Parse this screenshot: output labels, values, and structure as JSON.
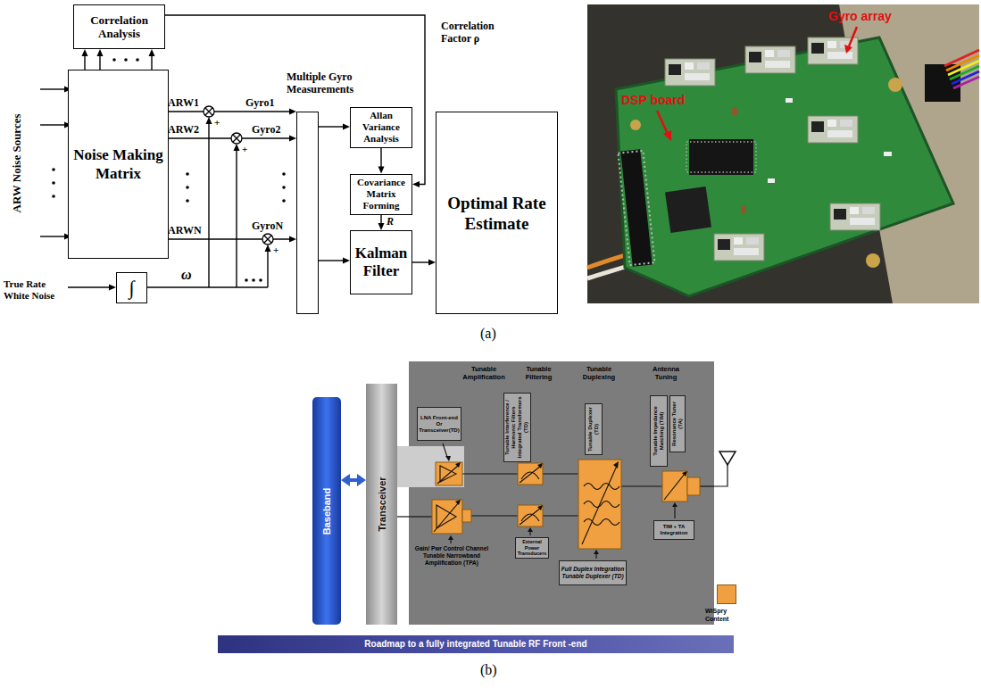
{
  "diagram": {
    "nodes": [
      {
        "text": [
          "Correlation Analysis"
        ]
      },
      {
        "text": [
          "Noise Making Matrix"
        ]
      },
      {
        "text": [
          "Multiple Gyro Measurements"
        ]
      },
      {
        "text": [
          "Allan Variance Analysis"
        ]
      },
      {
        "text": [
          "Covariance Matrix Forming"
        ]
      },
      {
        "text": [
          "Kalman Filter"
        ]
      },
      {
        "text": [
          "Optimal Rate Estimate"
        ]
      },
      {
        "text": [
          "∫"
        ]
      },
      {
        "text": [
          "Baseband"
        ]
      },
      {
        "text": [
          "Transceiver"
        ]
      },
      {
        "text": [
          "Tunable Amplification",
          "Tunable Filtering",
          "Tunable Duplexing",
          "Antenna Tuning"
        ]
      },
      {
        "text": [
          "LNA Front-end Or Transceiver(TD)"
        ],
        "in": 10
      },
      {
        "text": [
          "Tunable Interference / Harmonic Filters Integrated Transformers (TD)"
        ],
        "in": 10
      },
      {
        "text": [
          "Tunable Duplexer (TD)"
        ],
        "in": 10
      },
      {
        "text": [
          "Tunable Impedance Matching (TIM)"
        ],
        "in": 10
      },
      {
        "text": [
          "Resonance Tuner (TA)"
        ],
        "in": 10
      },
      {
        "text": [
          "External Power Transducers"
        ],
        "in": 10
      },
      {
        "text": [
          "Full Duplex Integration Tunable Duplexer (TD)"
        ],
        "in": 10
      },
      {
        "text": [
          "TIM + TA Integration"
        ],
        "in": 10
      },
      {
        "text": [
          "Roadmap to a fully integrated Tunable RF Front -end"
        ]
      }
    ],
    "edges": [
      {
        "from": 1,
        "to": 0,
        "arrow": "to"
      },
      {
        "from": 1,
        "to": 0,
        "arrow": "to"
      },
      {
        "from": 1,
        "to": 0,
        "arrow": "to"
      },
      {
        "from": 0,
        "to": 4,
        "label": "Correlation Factor ρ",
        "arrow": "to"
      },
      {
        "from": 1,
        "to": 2,
        "arrow": "to"
      },
      {
        "from": 1,
        "to": 2,
        "arrow": "to"
      },
      {
        "from": 1,
        "to": 2,
        "arrow": "to"
      },
      {
        "from": 2,
        "to": 3,
        "arrow": "to"
      },
      {
        "from": 3,
        "to": 4,
        "arrow": "to"
      },
      {
        "from": 4,
        "to": 5,
        "label": "R",
        "arrow": "to"
      },
      {
        "from": 2,
        "to": 5,
        "arrow": "to"
      },
      {
        "from": 5,
        "to": 6,
        "arrow": "to"
      },
      {
        "from": 8,
        "to": 9,
        "arrow": "both"
      }
    ],
    "labels": [
      "ARW Noise Sources",
      "ARW1",
      "ARW2",
      "ARWN",
      "Gyro1",
      "Gyro2",
      "GyroN",
      "+",
      "+",
      "+",
      "ω",
      "True Rate White Noise",
      "DSP board",
      "Gyro array",
      "(a)",
      "Gain/ Pwr Control Channel Tunable Narrowband Amplification (TPA)",
      "(b)"
    ],
    "legend": [
      {
        "text": "WiSpry Content",
        "color": "#f0a040"
      }
    ]
  }
}
